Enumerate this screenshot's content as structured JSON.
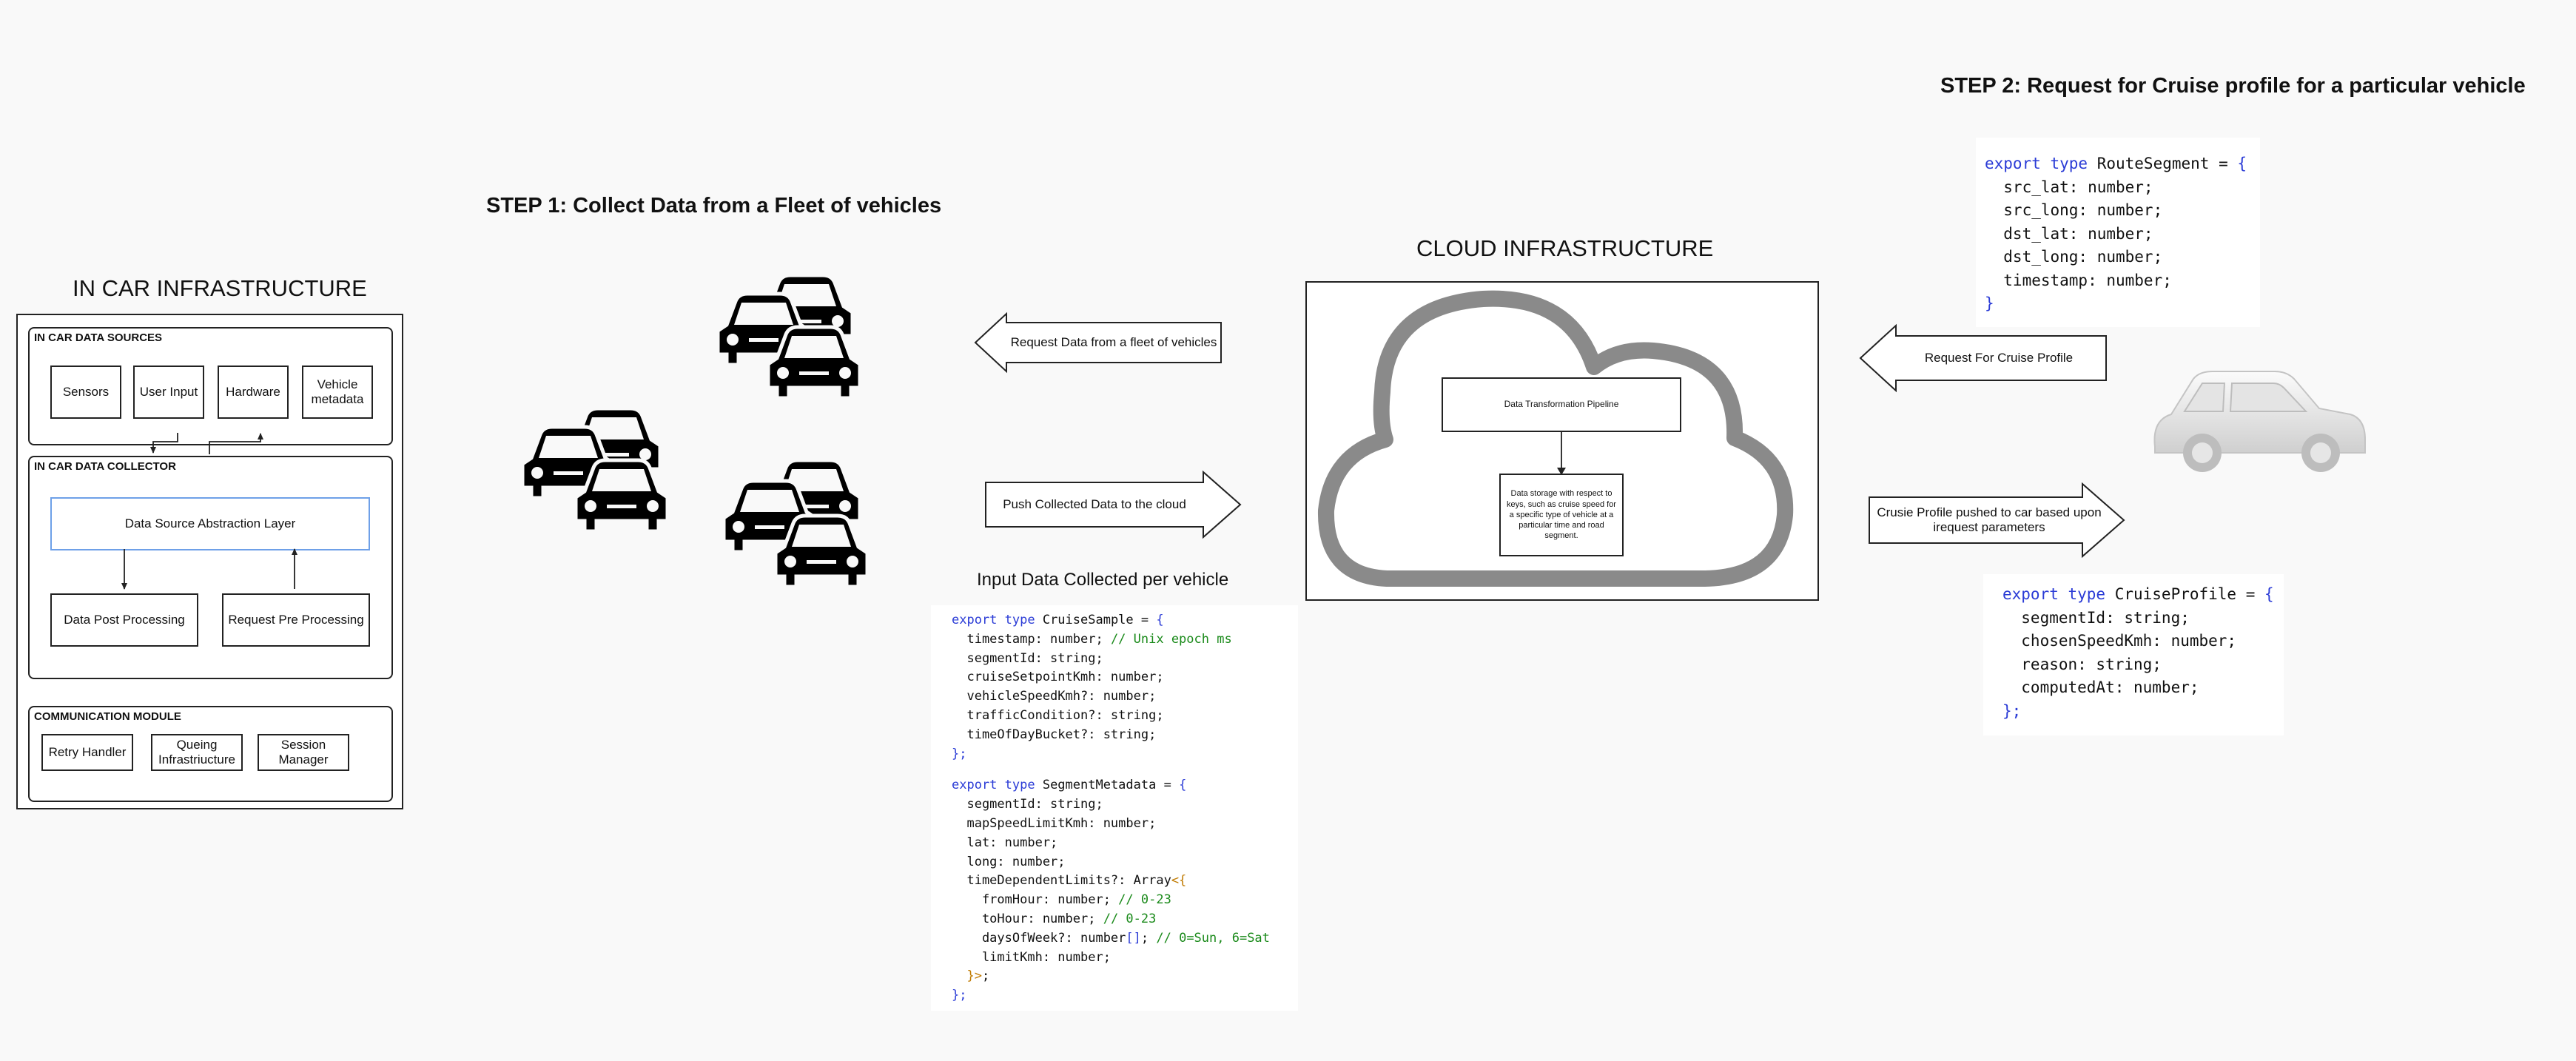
{
  "in_car": {
    "title": "IN CAR INFRASTRUCTURE",
    "data_sources": {
      "title": "IN CAR DATA SOURCES",
      "items": [
        "Sensors",
        "User Input",
        "Hardware",
        "Vehicle metadata"
      ]
    },
    "collector": {
      "title": "IN CAR DATA COLLECTOR",
      "abstraction": "Data Source Abstraction Layer",
      "post": "Data Post Processing",
      "pre": "Request Pre Processing"
    },
    "comm": {
      "title": "COMMUNICATION MODULE",
      "items": [
        "Retry Handler",
        "Queing Infrastriucture",
        "Session Manager"
      ]
    }
  },
  "step1": {
    "title": "STEP 1: Collect Data from a Fleet of vehicles"
  },
  "arrows": {
    "request_fleet": "Request Data from a fleet of vehicles",
    "push_cloud": "Push Collected Data to the cloud",
    "request_profile": "Request For Cruise Profile",
    "profile_pushed": "Crusie Profile pushed to car based upon irequest parameters"
  },
  "input_data": {
    "title": "Input Data Collected per vehicle",
    "lines": [
      [
        [
          "kw",
          "export type "
        ],
        [
          "",
          "CruiseSample = "
        ],
        [
          "kw",
          "{"
        ]
      ],
      [
        [
          "",
          "  timestamp: number; "
        ],
        [
          "cm",
          "// Unix epoch ms"
        ]
      ],
      [
        [
          "",
          "  segmentId: string;"
        ]
      ],
      [
        [
          "",
          "  cruiseSetpointKmh: number;"
        ]
      ],
      [
        [
          "",
          "  vehicleSpeedKmh?: number;"
        ]
      ],
      [
        [
          "",
          "  trafficCondition?: string;"
        ]
      ],
      [
        [
          "",
          "  timeOfDayBucket?: string;"
        ]
      ],
      [
        [
          "kw",
          "};"
        ]
      ],
      [
        [
          "",
          ""
        ]
      ],
      [
        [
          "kw",
          "export type "
        ],
        [
          "",
          "SegmentMetadata = "
        ],
        [
          "kw",
          "{"
        ]
      ],
      [
        [
          "",
          "  segmentId: string;"
        ]
      ],
      [
        [
          "",
          "  mapSpeedLimitKmh: number;"
        ]
      ],
      [
        [
          "",
          "  lat: number;"
        ]
      ],
      [
        [
          "",
          "  long: number;"
        ]
      ],
      [
        [
          "",
          "  timeDependentLimits?: Array"
        ],
        [
          "br",
          "<{"
        ]
      ],
      [
        [
          "",
          "    fromHour: number; "
        ],
        [
          "cm",
          "// 0-23"
        ]
      ],
      [
        [
          "",
          "    toHour: number; "
        ],
        [
          "cm",
          "// 0-23"
        ]
      ],
      [
        [
          "",
          "    daysOfWeek?: number"
        ],
        [
          "kw",
          "[]"
        ],
        [
          "",
          "; "
        ],
        [
          "cm",
          "// 0=Sun, 6=Sat"
        ]
      ],
      [
        [
          "",
          "    limitKmh: number;"
        ]
      ],
      [
        [
          "br",
          "  }>"
        ],
        [
          "",
          ";"
        ]
      ],
      [
        [
          "kw",
          "};"
        ]
      ]
    ]
  },
  "cloud": {
    "title": "CLOUD INFRASTRUCTURE",
    "pipeline": "Data Transformation Pipeline",
    "storage": "Data storage with respect to keys, such as cruise speed for a specific type of vehicle at a particular time and road segment."
  },
  "step2": {
    "title": "STEP 2: Request for Cruise profile for a particular vehicle"
  },
  "route_segment": {
    "lines": [
      [
        [
          "kw",
          "export type "
        ],
        [
          "",
          "RouteSegment = "
        ],
        [
          "kw",
          "{"
        ]
      ],
      [
        [
          "",
          "  src_lat: number;"
        ]
      ],
      [
        [
          "",
          "  src_long: number;"
        ]
      ],
      [
        [
          "",
          "  dst_lat: number;"
        ]
      ],
      [
        [
          "",
          "  dst_long: number;"
        ]
      ],
      [
        [
          "",
          "  timestamp: number;"
        ]
      ],
      [
        [
          "kw",
          "}"
        ]
      ]
    ]
  },
  "cruise_profile": {
    "lines": [
      [
        [
          "kw",
          "export type "
        ],
        [
          "",
          "CruiseProfile = "
        ],
        [
          "kw",
          "{"
        ]
      ],
      [
        [
          "",
          "  segmentId: string;"
        ]
      ],
      [
        [
          "",
          "  chosenSpeedKmh: number;"
        ]
      ],
      [
        [
          "",
          "  reason: string;"
        ]
      ],
      [
        [
          "",
          "  computedAt: number;"
        ]
      ],
      [
        [
          "kw",
          "};"
        ]
      ]
    ]
  },
  "icons": {
    "fleet": "car-fleet-icon",
    "car": "car-3d-icon",
    "cloud": "cloud-icon"
  },
  "colors": {
    "background": "#f9f9f9",
    "keyword": "#2a3bd6",
    "comment": "#1a8a1a",
    "bracket": "#c07a00",
    "abstraction_border": "#6ea0e8",
    "cloud_stroke": "#8a8a8a"
  }
}
